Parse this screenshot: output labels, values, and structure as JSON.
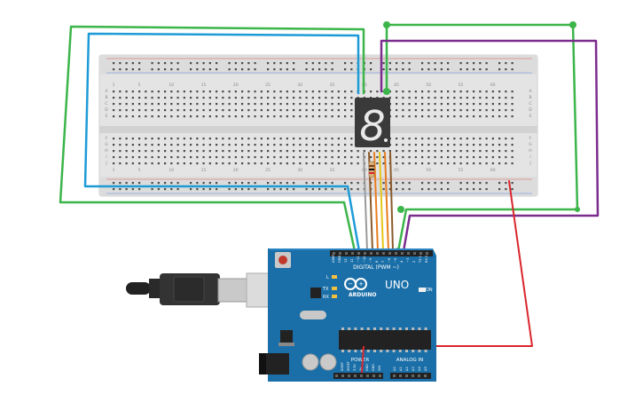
{
  "breadboard": {
    "column_numbers_top": [
      "1",
      "5",
      "10",
      "15",
      "20",
      "25",
      "30",
      "35",
      "40",
      "45",
      "50",
      "55",
      "60"
    ],
    "column_numbers_bottom": [
      "1",
      "5",
      "10",
      "15",
      "20",
      "25",
      "30",
      "35",
      "40",
      "45",
      "50",
      "55",
      "60"
    ],
    "row_letters_top": [
      "A",
      "B",
      "C",
      "D",
      "E"
    ],
    "row_letters_bottom": [
      "F",
      "G",
      "H",
      "I",
      "J"
    ]
  },
  "display": {
    "digit": "8",
    "color": "#e8e8e8"
  },
  "arduino": {
    "brand": "ARDUINO",
    "model": "UNO",
    "header_digital": "DIGITAL (PWM ~)",
    "header_power": "POWER",
    "header_analog": "ANALOG IN",
    "on_label": "ON",
    "led_l": "L",
    "led_tx": "TX",
    "led_rx": "RX",
    "pin_labels_top": [
      "AREF",
      "GND",
      "13",
      "12",
      "~11",
      "~10",
      "~9",
      "8",
      "7",
      "~6",
      "~5",
      "4",
      "~3",
      "2",
      "TX 1",
      "RX 0"
    ],
    "power_pins": [
      "IOREF",
      "RESET",
      "3.3V",
      "5V",
      "GND",
      "GND",
      "VIN"
    ],
    "analog_pins": [
      "A0",
      "A1",
      "A2",
      "A3",
      "A4",
      "A5"
    ],
    "board_color": "#1b6fa8"
  },
  "wire_colors": {
    "green": "#3cb54a",
    "blue": "#1e9bd7",
    "purple": "#7b2d8e",
    "red": "#d9262c",
    "orange": "#e87d1e",
    "yellow": "#e6c619",
    "brown": "#8a5a2b",
    "gray": "#9a9a9a"
  }
}
